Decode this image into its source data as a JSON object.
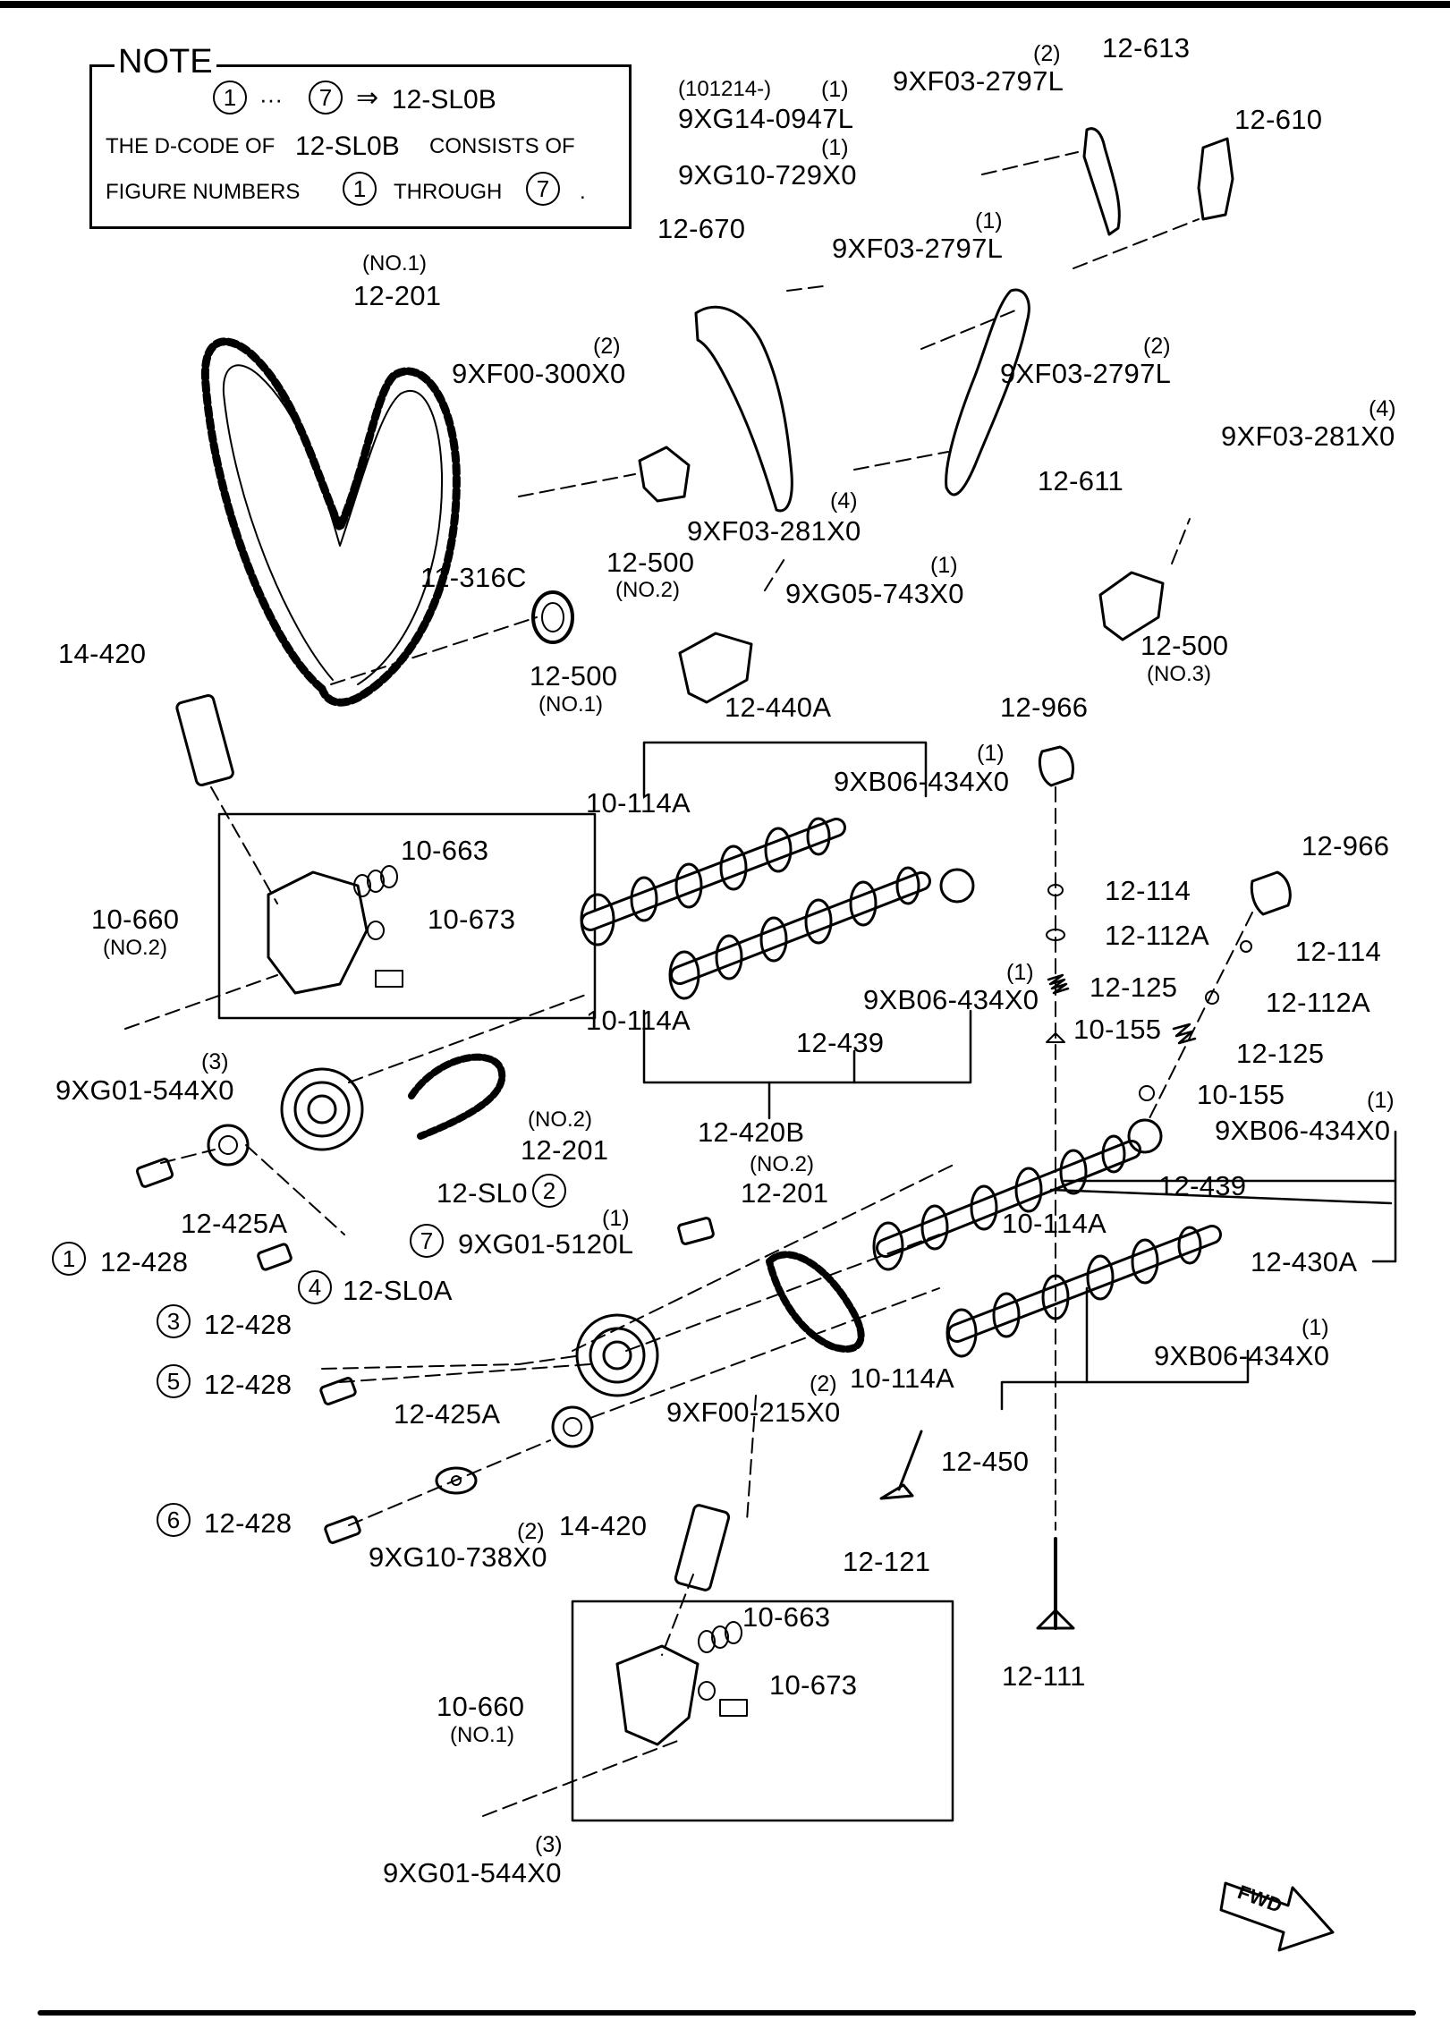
{
  "note": {
    "title": "NOTE",
    "line1_from": "1",
    "line1_dots": "···",
    "line1_to": "7",
    "line1_arrow": "⇒",
    "line1_code": "12-SL0B",
    "line2_a": "THE D-CODE OF",
    "line2_code": "12-SL0B",
    "line2_b": "CONSISTS OF",
    "line3_a": "FIGURE NUMBERS",
    "line3_n1": "1",
    "line3_b": "THROUGH",
    "line3_n2": "7",
    "line3_end": "."
  },
  "labels": {
    "p12_613": "12-613",
    "p12_610": "12-610",
    "date_note": "(101214-)",
    "p9XG14": "9XG14-0947L",
    "p9XG14_q": "(1)",
    "p9XG10_729": "9XG10-729X0",
    "p9XG10_729_q": "(1)",
    "p9XF03_2797L_a": "9XF03-2797L",
    "p9XF03_2797L_a_q": "(2)",
    "p12_670": "12-670",
    "p9XF03_2797L_b": "9XF03-2797L",
    "p9XF03_2797L_b_q": "(1)",
    "p12_201_no1_q": "(NO.1)",
    "p12_201_no1": "12-201",
    "p9XF00_300": "9XF00-300X0",
    "p9XF00_300_q": "(2)",
    "p9XF03_2797L_c": "9XF03-2797L",
    "p9XF03_2797L_c_q": "(2)",
    "p9XF03_281_a": "9XF03-281X0",
    "p9XF03_281_a_q": "(4)",
    "p12_611": "12-611",
    "p9XF03_281_b": "9XF03-281X0",
    "p9XF03_281_b_q": "(4)",
    "p12_500_no2": "12-500",
    "p12_500_no2_q": "(NO.2)",
    "p9XG05_743": "9XG05-743X0",
    "p9XG05_743_q": "(1)",
    "p11_316C": "11-316C",
    "p12_500_no3": "12-500",
    "p12_500_no3_q": "(NO.3)",
    "p14_420_a": "14-420",
    "p12_500_no1": "12-500",
    "p12_500_no1_q": "(NO.1)",
    "p12_440A": "12-440A",
    "p12_966_a": "12-966",
    "p10_114A_a": "10-114A",
    "p9XB06_434_a": "9XB06-434X0",
    "p9XB06_434_a_q": "(1)",
    "p12_966_b": "12-966",
    "p10_663_a": "10-663",
    "p10_660_no2": "10-660",
    "p10_660_no2_q": "(NO.2)",
    "p10_673_a": "10-673",
    "p12_114_a": "12-114",
    "p12_112A_a": "12-112A",
    "p12_114_b": "12-114",
    "p12_125_a": "12-125",
    "p12_125_a_q": "(1)",
    "p9XB06_434_b": "9XB06-434X0",
    "p12_112A_b": "12-112A",
    "p10_114A_b": "10-114A",
    "p12_439_a": "12-439",
    "p10_155_a": "10-155",
    "p12_125_b": "12-125",
    "p9XG01_544_a": "9XG01-544X0",
    "p9XG01_544_a_q": "(3)",
    "p10_155_b": "10-155",
    "p12_201_no2a_q": "(NO.2)",
    "p12_201_no2a": "12-201",
    "p12_420B": "12-420B",
    "p9XB06_434_c": "9XB06-434X0",
    "p9XB06_434_c_q": "(1)",
    "p12_SL0": "12-SL0",
    "p12_SL0_n": "2",
    "p12_201_no2b_q": "(NO.2)",
    "p12_201_no2b": "12-201",
    "p12_439_b": "12-439",
    "p12_425A_a": "12-425A",
    "p9XG01_5120L": "9XG01-5120L",
    "p9XG01_5120L_q": "(1)",
    "p9XG01_5120L_n": "7",
    "p10_114A_c": "10-114A",
    "p12_428_1": "12-428",
    "p12_428_1_n": "1",
    "p12_430A": "12-430A",
    "p12_SL0A": "12-SL0A",
    "p12_SL0A_n": "4",
    "p12_428_3": "12-428",
    "p12_428_3_n": "3",
    "p9XB06_434_d": "9XB06-434X0",
    "p9XB06_434_d_q": "(1)",
    "p10_114A_d": "10-114A",
    "p12_428_5": "12-428",
    "p12_428_5_n": "5",
    "p9XF00_215": "9XF00-215X0",
    "p9XF00_215_q": "(2)",
    "p12_425A_b": "12-425A",
    "p12_450": "12-450",
    "p14_420_b": "14-420",
    "p12_428_6": "12-428",
    "p12_428_6_n": "6",
    "p9XG10_738": "9XG10-738X0",
    "p9XG10_738_q": "(2)",
    "p12_121": "12-121",
    "p10_663_b": "10-663",
    "p10_673_b": "10-673",
    "p10_660_no1": "10-660",
    "p10_660_no1_q": "(NO.1)",
    "p12_111": "12-111",
    "p9XG01_544_b": "9XG01-544X0",
    "p9XG01_544_b_q": "(3)",
    "fwd": "FWD"
  }
}
